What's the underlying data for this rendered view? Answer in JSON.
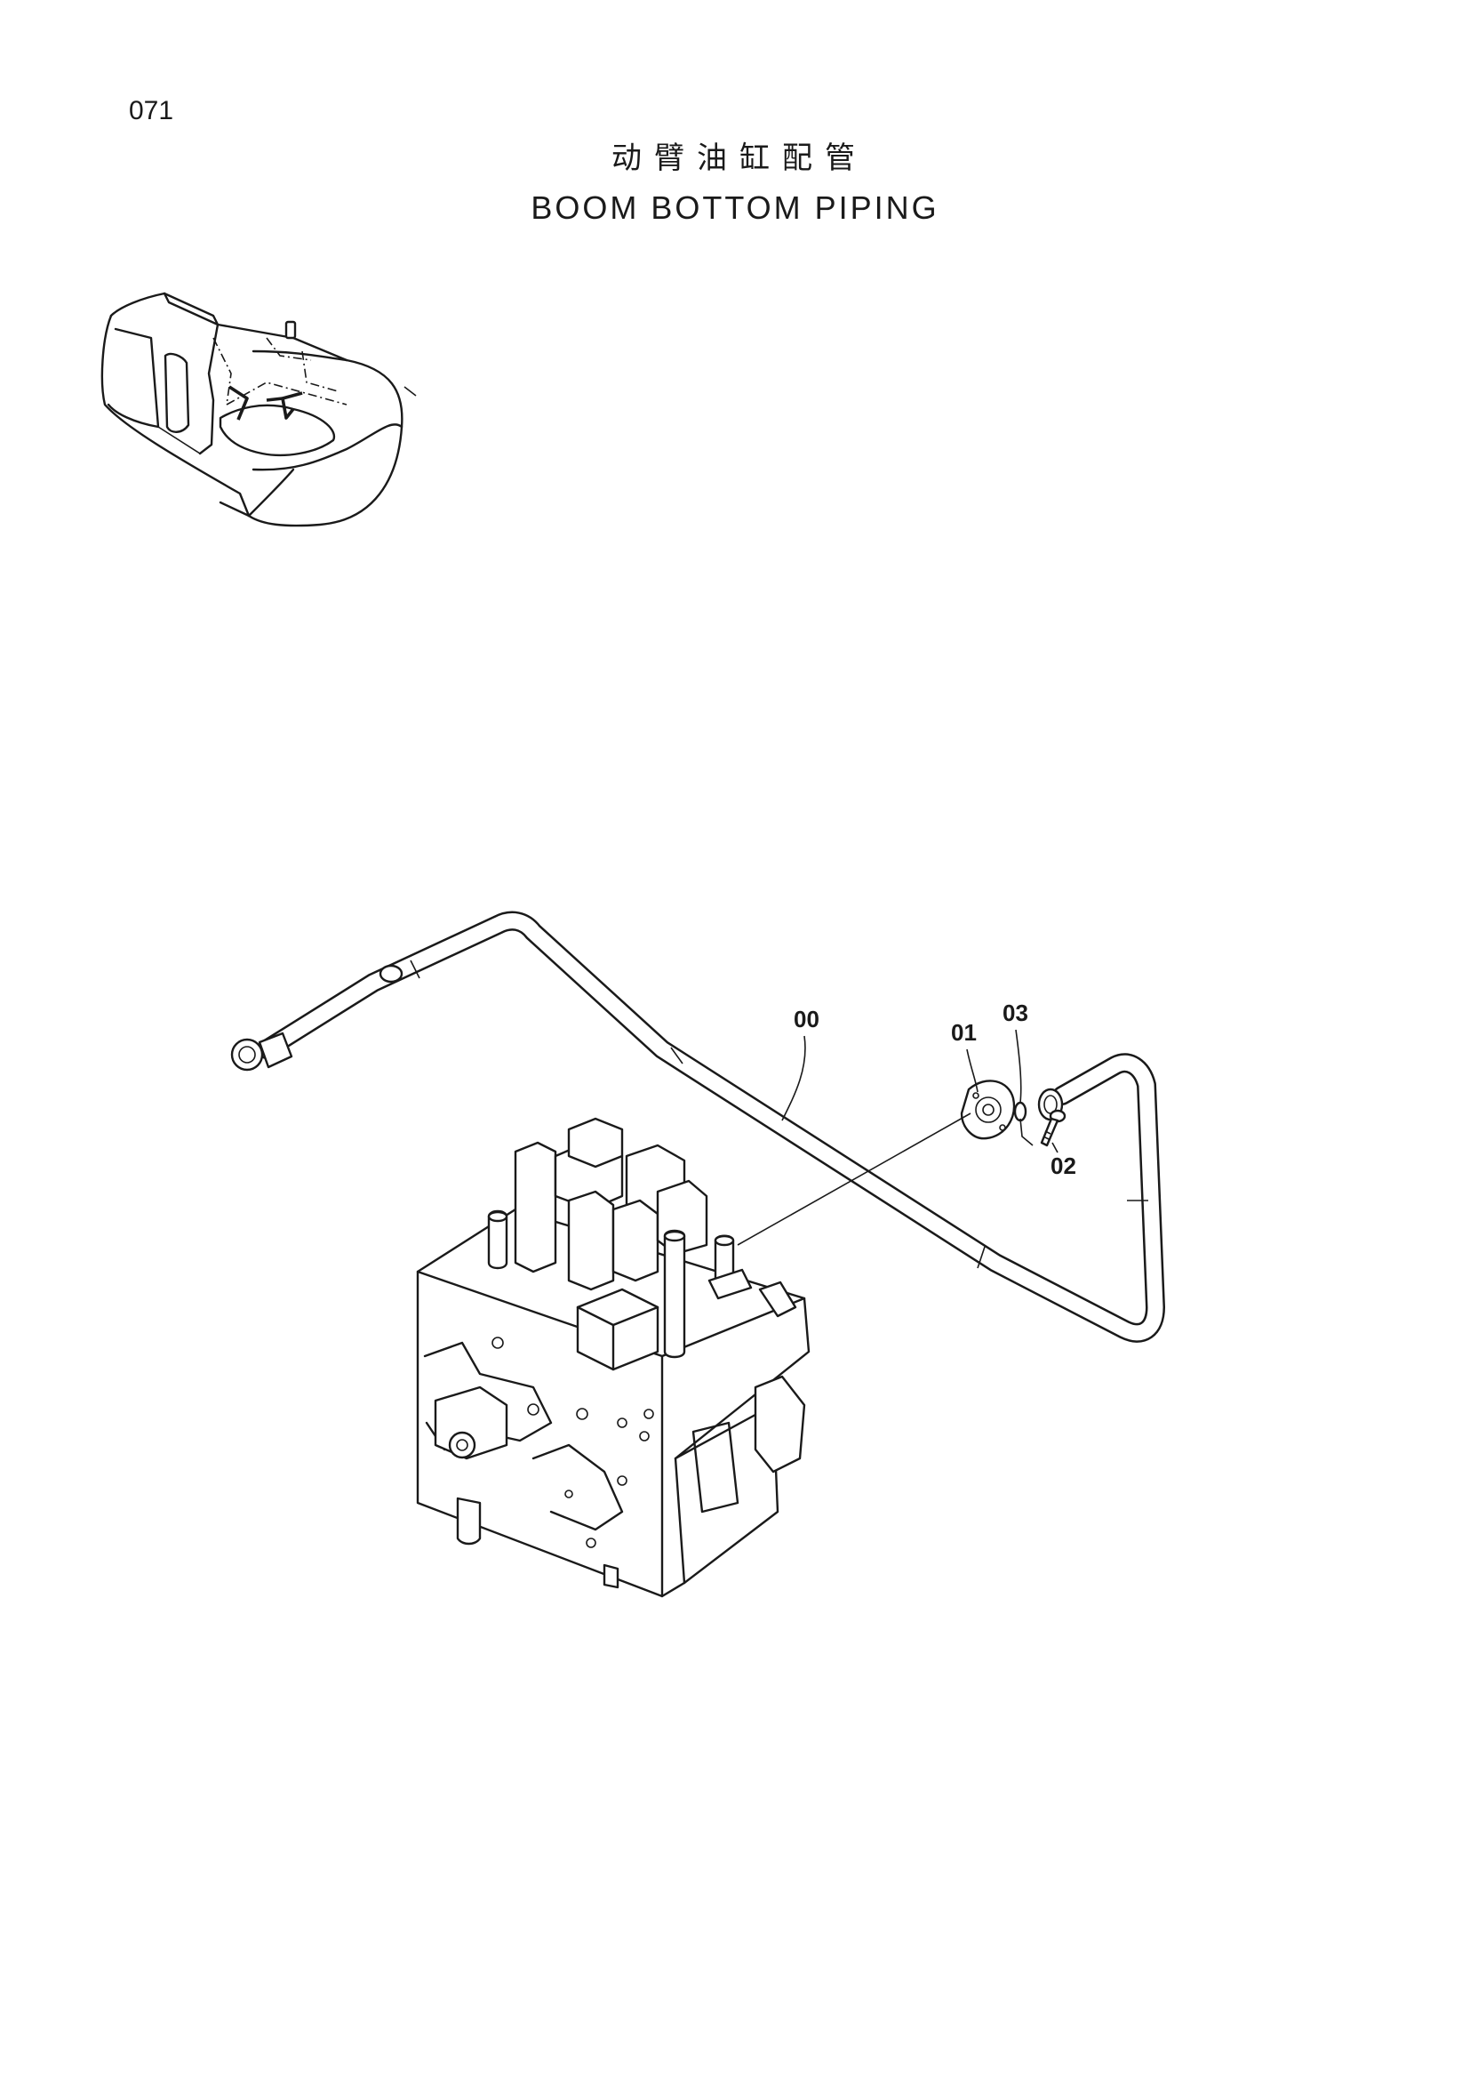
{
  "header": {
    "page_number": "071",
    "title_cn": "动臂油缸配管",
    "title_en": "BOOM  BOTTOM  PIPING"
  },
  "callouts": [
    {
      "id": "00",
      "label": "00"
    },
    {
      "id": "01",
      "label": "01"
    },
    {
      "id": "02",
      "label": "02"
    },
    {
      "id": "03",
      "label": "03"
    }
  ]
}
